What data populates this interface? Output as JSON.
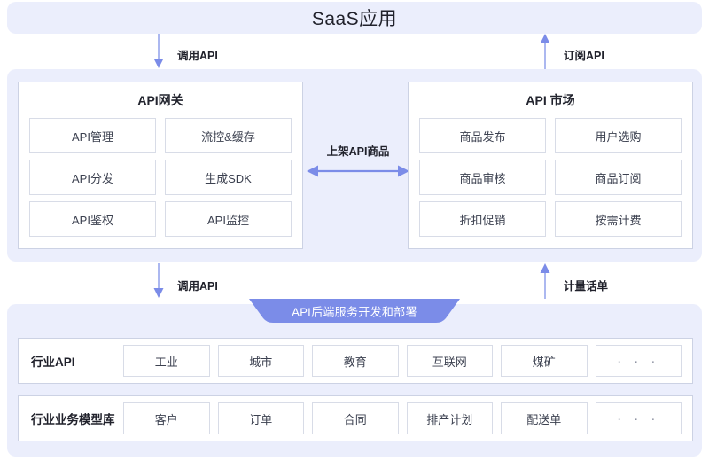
{
  "top_band": {
    "title": "SaaS应用"
  },
  "connectors": {
    "upper_left": {
      "label": "调用API",
      "direction": "down"
    },
    "upper_right": {
      "label": "订阅API",
      "direction": "up"
    },
    "middle": {
      "label": "上架API商品",
      "direction": "both"
    },
    "lower_left": {
      "label": "调用API",
      "direction": "down"
    },
    "lower_right": {
      "label": "计量话单",
      "direction": "up"
    }
  },
  "gateway_panel": {
    "title": "API网关",
    "cells": [
      "API管理",
      "流控&缓存",
      "API分发",
      "生成SDK",
      "API鉴权",
      "API监控"
    ]
  },
  "market_panel": {
    "title": "API 市场",
    "cells": [
      "商品发布",
      "用户选购",
      "商品审核",
      "商品订阅",
      "折扣促销",
      "按需计费"
    ]
  },
  "ribbon": {
    "label": "API后端服务开发和部署"
  },
  "bottom_rows": [
    {
      "label": "行业API",
      "cells": [
        "工业",
        "城市",
        "教育",
        "互联网",
        "煤矿",
        "· · ·"
      ]
    },
    {
      "label": "行业业务模型库",
      "cells": [
        "客户",
        "订单",
        "合同",
        "排产计划",
        "配送单",
        "· · ·"
      ]
    }
  ],
  "colors": {
    "band_background": "#ebeefc",
    "accent": "#7b8ce8",
    "ribbon": "#7b8ce8",
    "panel_border": "#ccd2e4",
    "cell_border": "#d8dce7",
    "text": "#20212b"
  }
}
